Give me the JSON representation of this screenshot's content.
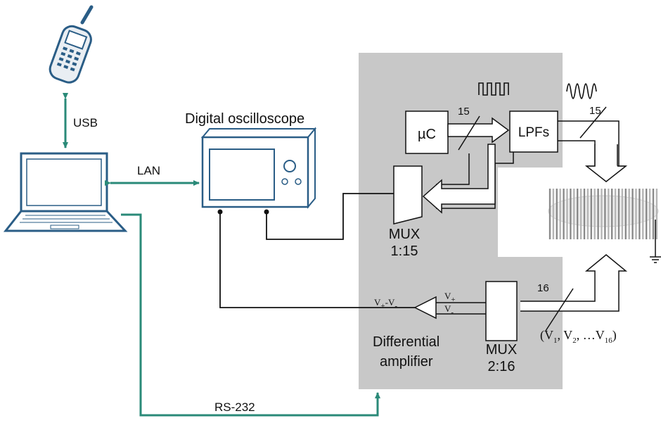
{
  "labels": {
    "usb": "USB",
    "lan": "LAN",
    "rs232": "RS-232",
    "oscilloscope": "Digital oscilloscope",
    "microcontroller": "µC",
    "lpfs": "LPFs",
    "mux1_name": "MUX",
    "mux1_ratio": "1:15",
    "mux2_name": "MUX",
    "mux2_ratio": "2:16",
    "diff_amp_line1": "Differential",
    "diff_amp_line2": "amplifier",
    "bus15_a": "15",
    "bus15_b": "15",
    "bus16": "16",
    "vplus_base": "V",
    "vplus_sub": "+",
    "vminus_base": "V",
    "vminus_sub": "-",
    "vdiff_a": "V",
    "vdiff_a_sub": "+",
    "vdiff_mid": "-V",
    "vdiff_b_sub": "-",
    "voltages": {
      "open": "(V",
      "s1": "1",
      "c1": ", V",
      "s2": "2",
      "c2": ", …V",
      "s16": "16",
      "close": ")"
    }
  },
  "colors": {
    "link": "#2a8a78",
    "panel": "#c8c8c8",
    "device": "#2a5d86"
  }
}
